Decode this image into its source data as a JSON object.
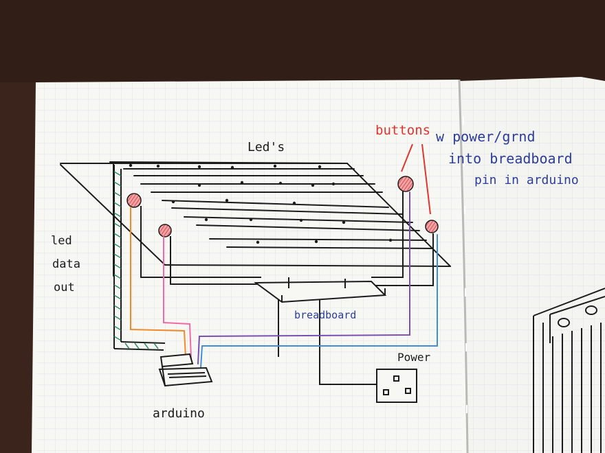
{
  "labels": {
    "leds": "Led's",
    "led_data_out_1": "led",
    "led_data_out_2": "data",
    "led_data_out_3": "out",
    "buttons": "buttons",
    "note_1": "w power/grnd",
    "note_2": "into breadboard",
    "note_3": "pin in arduino",
    "breadboard": "breadboard",
    "power": "Power",
    "arduino": "arduino"
  },
  "colors": {
    "ink": "#1b1b1b",
    "red_ink": "#e0342c",
    "blue_ink": "#2b3d9a",
    "orange_wire": "#f08a2a",
    "pink_wire": "#f06aa8",
    "purple_wire": "#7b4fb0",
    "blue_wire": "#3f8fd8",
    "green_hatch": "#2f8a6a",
    "button_fill": "#e8868a"
  }
}
